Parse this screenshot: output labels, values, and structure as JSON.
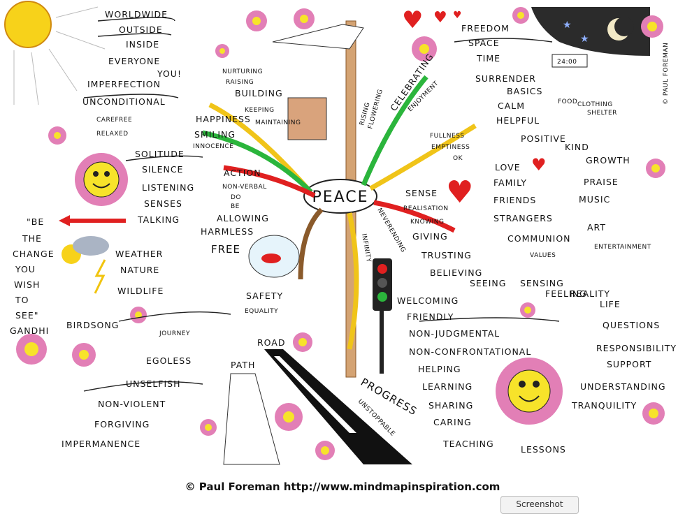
{
  "center": {
    "label": "PEACE"
  },
  "signature": "© PAUL FOREMAN",
  "clock": "24:00",
  "branches": {
    "top_left": [
      "WORLDWIDE",
      "OUTSIDE",
      "INSIDE",
      "EVERYONE",
      "YOU!",
      "IMPERFECTION",
      "UNCONDITIONAL",
      "CAREFREE",
      "RELAXED"
    ],
    "happiness": [
      "NURTURING",
      "RAISING",
      "BUILDING",
      "KEEPING",
      "MAINTAINING",
      "HAPPINESS",
      "SMILING",
      "INNOCENCE"
    ],
    "solitude": [
      "SOLITUDE",
      "SILENCE",
      "LISTENING",
      "SENSES",
      "TALKING"
    ],
    "action": [
      "ACTION",
      "NON-VERBAL",
      "DO",
      "BE",
      "ALLOWING",
      "HARMLESS",
      "FREE"
    ],
    "quote": [
      "\"BE",
      "THE",
      "CHANGE",
      "YOU",
      "WISH",
      "TO",
      "SEE\"",
      "GANDHI"
    ],
    "weather": [
      "WEATHER",
      "NATURE",
      "WILDLIFE",
      "BIRDSONG"
    ],
    "road": [
      "SAFETY",
      "EQUALITY",
      "JOURNEY",
      "ROAD",
      "PATH",
      "EGOLESS",
      "UNSELFISH",
      "NON-VIOLENT",
      "FORGIVING",
      "IMPERMANENCE"
    ],
    "trunk": [
      "RISING",
      "FLOWERING",
      "CELEBRATING",
      "ENJOYMENT",
      "INFINITY",
      "NEVERENDING"
    ],
    "top_right": [
      "FREEDOM",
      "SPACE",
      "TIME",
      "SURRENDER",
      "BASICS",
      "FOOD",
      "CLOTHING",
      "SHELTER",
      "CALM",
      "HELPFUL",
      "POSITIVE",
      "KIND",
      "GROWTH",
      "FULLNESS",
      "EMPTINESS",
      "OK",
      "LOVE",
      "FAMILY",
      "FRIENDS",
      "STRANGERS",
      "COMMUNION",
      "VALUES",
      "PRAISE",
      "MUSIC",
      "ART",
      "ENTERTAINMENT"
    ],
    "sense": [
      "SENSE",
      "REALISATION",
      "KNOWING",
      "GIVING",
      "TRUSTING",
      "BELIEVING",
      "SEEING",
      "SENSING",
      "FEELING",
      "REALITY",
      "LIFE",
      "QUESTIONS",
      "RESPONSIBILITY",
      "SUPPORT",
      "UNDERSTANDING",
      "TRANQUILITY"
    ],
    "progress": [
      "WELCOMING",
      "FRIENDLY",
      "NON-JUDGMENTAL",
      "NON-CONFRONTATIONAL",
      "HELPING",
      "LEARNING",
      "SHARING",
      "CARING",
      "TEACHING",
      "LESSONS",
      "PROGRESS",
      "UNSTOPPABLE"
    ]
  },
  "footer": {
    "credit": "© Paul Foreman http://www.mindmapinspiration.com"
  },
  "button": {
    "label": "Screenshot"
  },
  "colors": {
    "sun": "#f7d21a",
    "flower_pink": "#e27fb6",
    "heart": "#e02020",
    "road": "#111111",
    "tree": "#d4a373"
  }
}
